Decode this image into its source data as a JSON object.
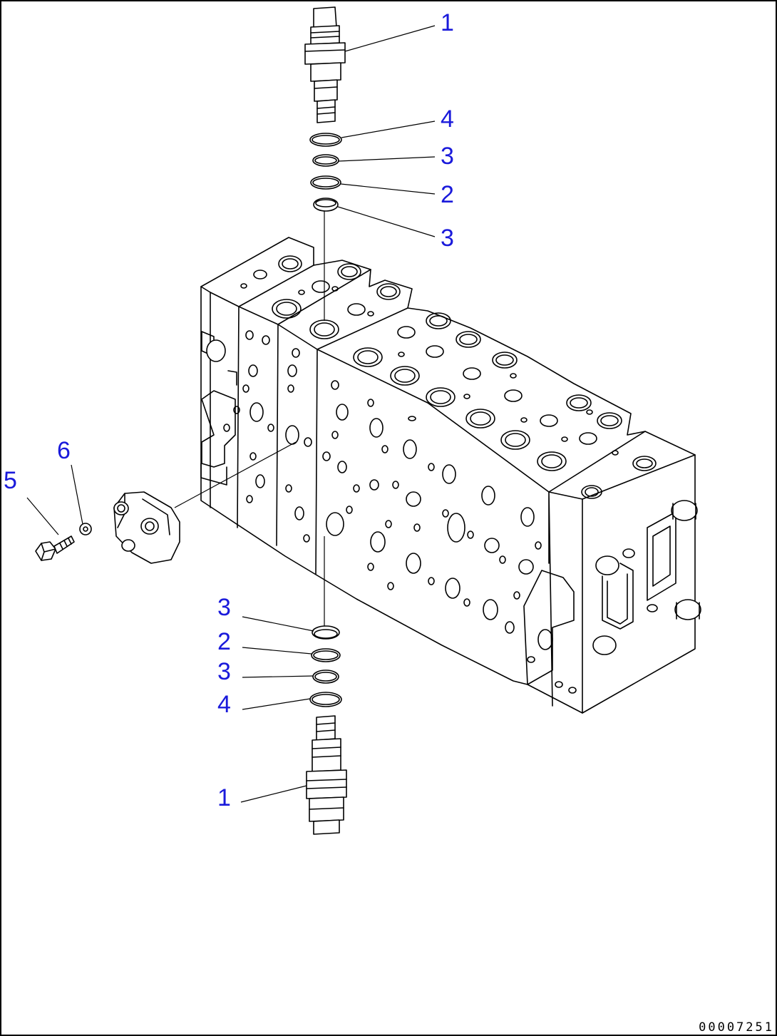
{
  "diagram": {
    "title": "Control valve exploded parts diagram",
    "callouts": {
      "top_valve": "1",
      "top_ring_a": "4",
      "top_ring_b": "3",
      "top_ring_c": "2",
      "top_ring_d": "3",
      "bolt": "5",
      "washer": "6",
      "bottom_ring_a": "3",
      "bottom_ring_b": "2",
      "bottom_ring_c": "3",
      "bottom_ring_d": "4",
      "bottom_valve": "1"
    },
    "drawing_number": "00007251",
    "colors": {
      "callout": "#1a1adb",
      "line": "#000000",
      "frame": "#000000"
    }
  }
}
